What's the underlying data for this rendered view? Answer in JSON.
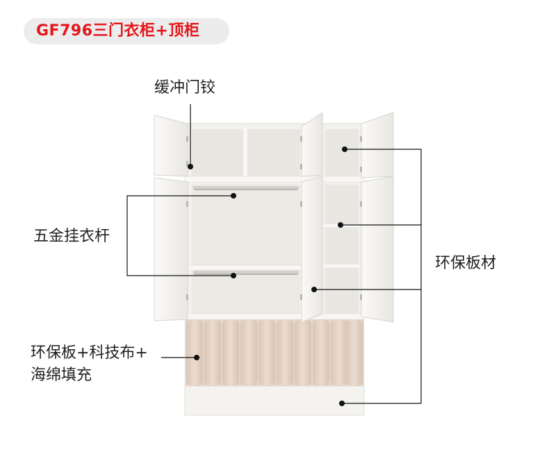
{
  "title": "GF796三门衣柜+顶柜",
  "labels": {
    "hinge": "缓冲门铰",
    "rail": "五金挂衣杆",
    "board": "环保板材",
    "headboard_line1": "环保板+科技布+",
    "headboard_line2": "海绵填充"
  },
  "colors": {
    "title_red": "#e4161b",
    "pill_bg": "#ececec",
    "cabinet_white": "#f1f0ec",
    "door_white": "#f7f6f3",
    "inner_shadow": "#e3e1dc",
    "upholstery": "#e6d6c8",
    "line": "#111111"
  }
}
